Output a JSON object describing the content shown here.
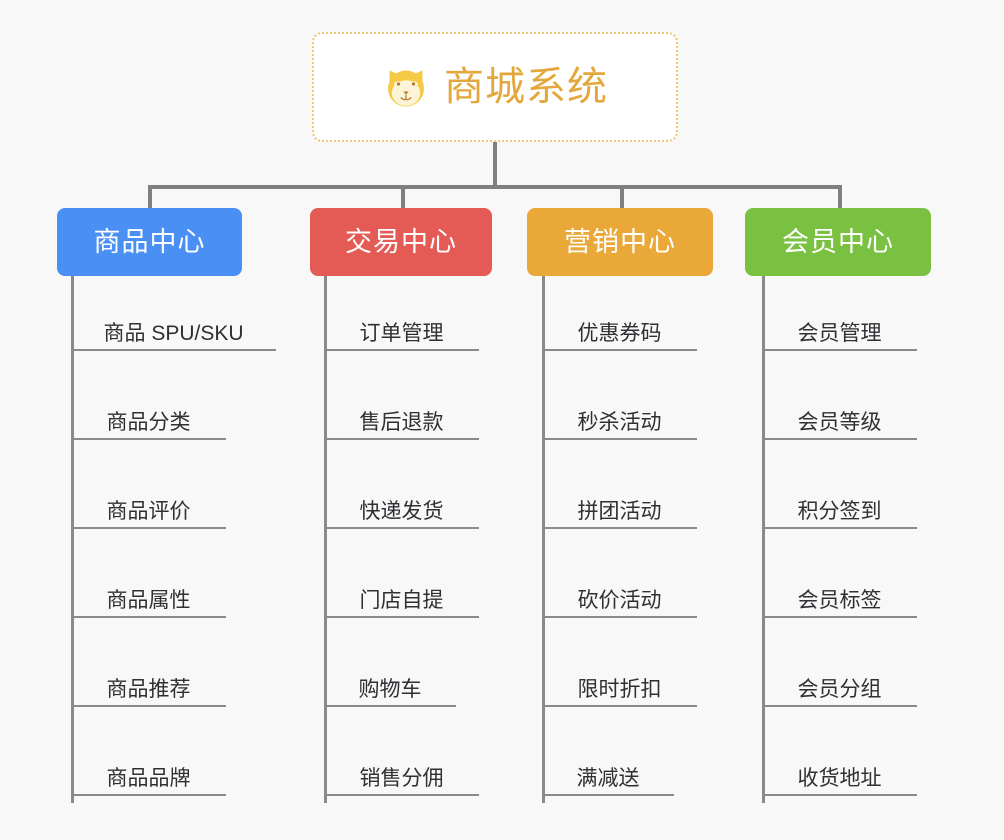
{
  "background_color": "#f8f8f8",
  "root": {
    "title": "商城系统",
    "icon": "shiba-dog-face-icon",
    "title_color": "#e3a73c",
    "border_color": "#f0c472",
    "fill_color": "#ffffff"
  },
  "connector_color": "#808080",
  "columns": [
    {
      "title": "商品中心",
      "color": "#4a90f4",
      "items": [
        "商品 SPU/SKU",
        "商品分类",
        "商品评价",
        "商品属性",
        "商品推荐",
        "商品品牌"
      ]
    },
    {
      "title": "交易中心",
      "color": "#e45b55",
      "items": [
        "订单管理",
        "售后退款",
        "快递发货",
        "门店自提",
        "购物车",
        "销售分佣"
      ]
    },
    {
      "title": "营销中心",
      "color": "#eaa838",
      "items": [
        "优惠券码",
        "秒杀活动",
        "拼团活动",
        "砍价活动",
        "限时折扣",
        "满减送"
      ]
    },
    {
      "title": "会员中心",
      "color": "#7ac142",
      "items": [
        "会员管理",
        "会员等级",
        "积分签到",
        "会员标签",
        "会员分组",
        "收货地址"
      ]
    }
  ]
}
